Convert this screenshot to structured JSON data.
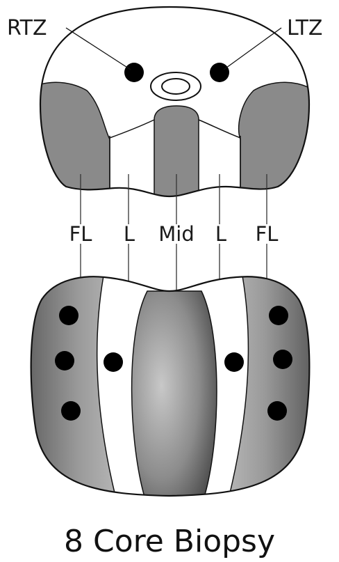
{
  "labels": {
    "rtz": "RTZ",
    "ltz": "LTZ",
    "fl_right": "FL",
    "l_right": "L",
    "mid": "Mid",
    "l_left": "L",
    "fl_left": "FL"
  },
  "title": "8 Core Biopsy",
  "colors": {
    "outline": "#111111",
    "zone_gray": "#8a8a8a",
    "core_dot": "#000000",
    "background": "#ffffff"
  }
}
